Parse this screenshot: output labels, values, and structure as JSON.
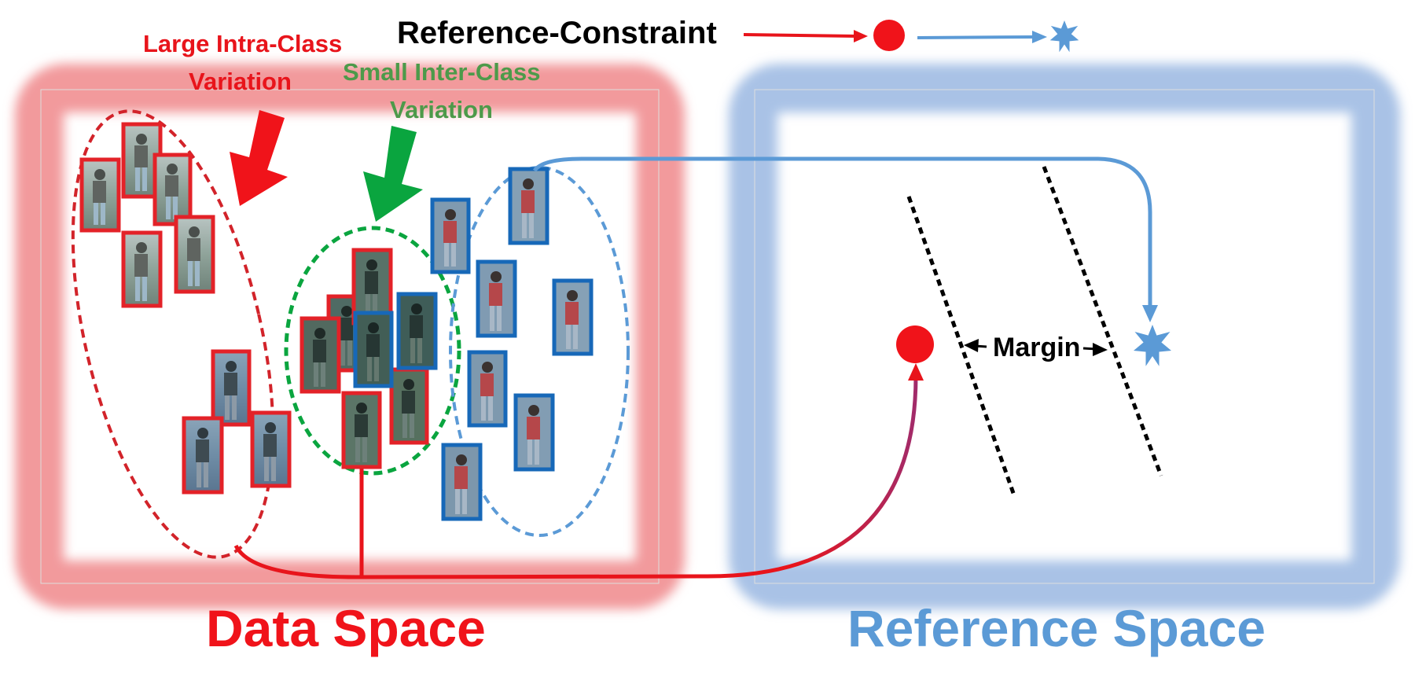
{
  "legend": {
    "title": "Reference-Constraint",
    "red_marker_icon": "red-circle",
    "blue_marker_icon": "blue-star"
  },
  "annotations": {
    "intra_class_line1": "Large Intra-Class",
    "intra_class_line2": "Variation",
    "inter_class_line1": "Small Inter-Class",
    "inter_class_line2": "Variation",
    "margin": "Margin"
  },
  "spaces": {
    "data_space": "Data Space",
    "reference_space": "Reference Space"
  },
  "colors": {
    "red": "#f0131a",
    "blue": "#5b9ad6",
    "green": "#0aa53f",
    "frame_red": "#f29a9c",
    "frame_blue": "#a9c2e6",
    "photo_red_border": "#e32228",
    "photo_blue_border": "#1768b8"
  }
}
